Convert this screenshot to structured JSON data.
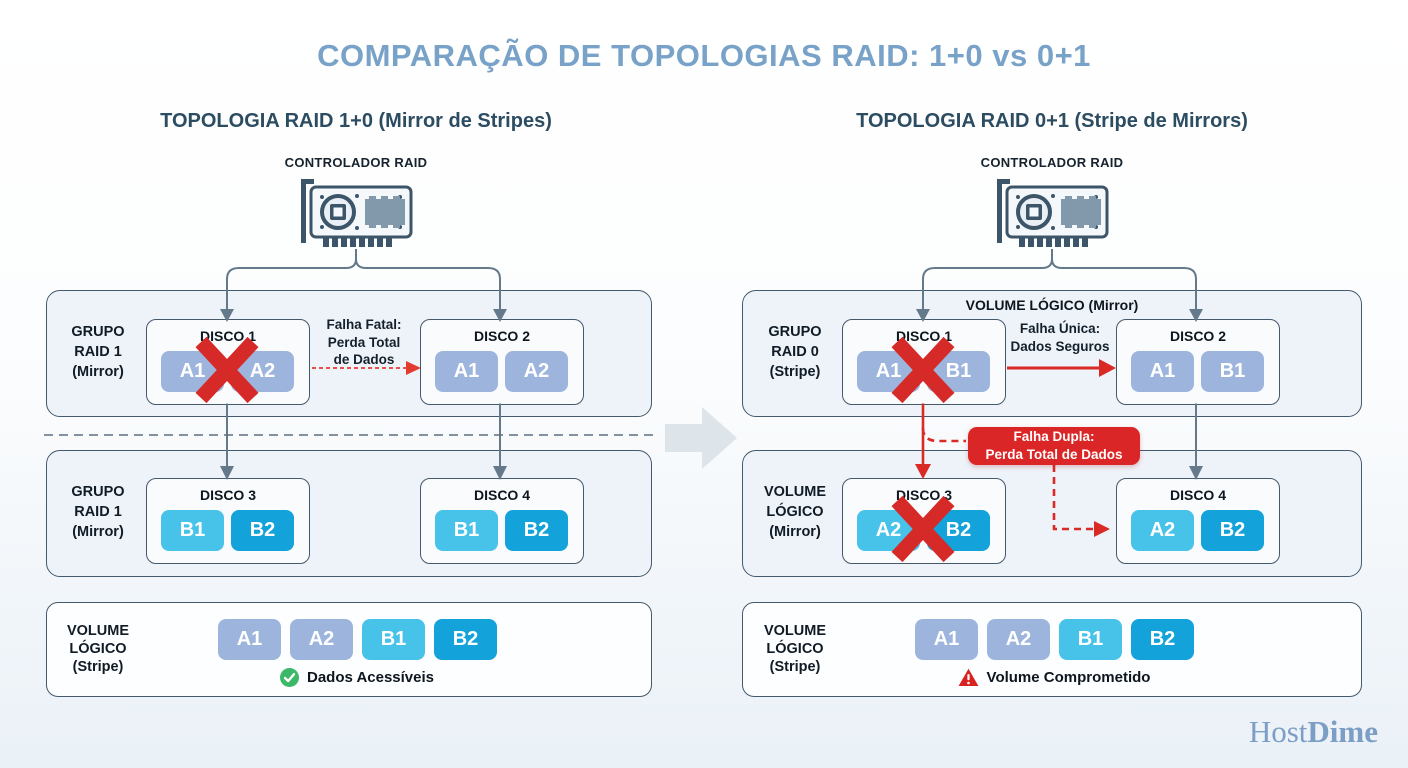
{
  "title": "COMPARAÇÃO DE TOPOLOGIAS RAID: 1+0 vs 0+1",
  "brand": {
    "host": "Host",
    "dime": "Dime"
  },
  "colors": {
    "title": "#78a2c7",
    "subtitle": "#2c4c62",
    "box_border": "#44596c",
    "block_a": "#9db5dd",
    "block_b1": "#47c2e9",
    "block_b2": "#14a2da",
    "danger_red": "#d92a26",
    "success_green": "#3bb968",
    "logo_blue": "#7c9ec6"
  },
  "icons": {
    "controller": "raid-controller-card-icon",
    "failure": "red-x-icon",
    "success": "check-circle-icon",
    "warning": "warning-triangle-icon",
    "flow": "big-right-arrow-icon"
  },
  "left": {
    "subtitle": "TOPOLOGIA RAID 1+0 (Mirror de Stripes)",
    "controller_label": "CONTROLADOR RAID",
    "group1": {
      "label_lines": [
        "GRUPO",
        "RAID 1",
        "(Mirror)"
      ],
      "disk1": {
        "title": "DISCO 1",
        "blocks": [
          "A1",
          "A2"
        ],
        "failed": true
      },
      "disk2": {
        "title": "DISCO 2",
        "blocks": [
          "A1",
          "A2"
        ],
        "failed": false
      },
      "failure_note_lines": [
        "Falha Fatal:",
        "Perda Total",
        "de Dados"
      ]
    },
    "group2": {
      "label_lines": [
        "GRUPO",
        "RAID 1",
        "(Mirror)"
      ],
      "disk3": {
        "title": "DISCO 3",
        "blocks": [
          "B1",
          "B2"
        ],
        "failed": false
      },
      "disk4": {
        "title": "DISCO 4",
        "blocks": [
          "B1",
          "B2"
        ],
        "failed": false
      }
    },
    "volume": {
      "label_lines": [
        "VOLUME",
        "LÓGICO",
        "(Stripe)"
      ],
      "blocks": [
        "A1",
        "A2",
        "B1",
        "B2"
      ],
      "status": "Dados Acessíveis"
    }
  },
  "right": {
    "subtitle": "TOPOLOGIA RAID 0+1 (Stripe de Mirrors)",
    "controller_label": "CONTROLADOR RAID",
    "group1": {
      "header": "VOLUME LÓGICO (Mirror)",
      "label_lines": [
        "GRUPO",
        "RAID 0",
        "(Stripe)"
      ],
      "disk1": {
        "title": "DISCO 1",
        "blocks": [
          "A1",
          "B1"
        ],
        "failed": true
      },
      "disk2": {
        "title": "DISCO 2",
        "blocks": [
          "A1",
          "B1"
        ],
        "failed": false
      },
      "failure_note_lines": [
        "Falha Única:",
        "Dados Seguros"
      ]
    },
    "badge_lines": [
      "Falha Dupla:",
      "Perda Total de Dados"
    ],
    "group2": {
      "label_lines": [
        "VOLUME",
        "LÓGICO",
        "(Mirror)"
      ],
      "disk3": {
        "title": "DISCO 3",
        "blocks": [
          "A2",
          "B2"
        ],
        "failed": true
      },
      "disk4": {
        "title": "DISCO 4",
        "blocks": [
          "A2",
          "B2"
        ],
        "failed": false
      }
    },
    "volume": {
      "label_lines": [
        "VOLUME",
        "LÓGICO",
        "(Stripe)"
      ],
      "blocks": [
        "A1",
        "A2",
        "B1",
        "B2"
      ],
      "status": "Volume Comprometido"
    }
  }
}
